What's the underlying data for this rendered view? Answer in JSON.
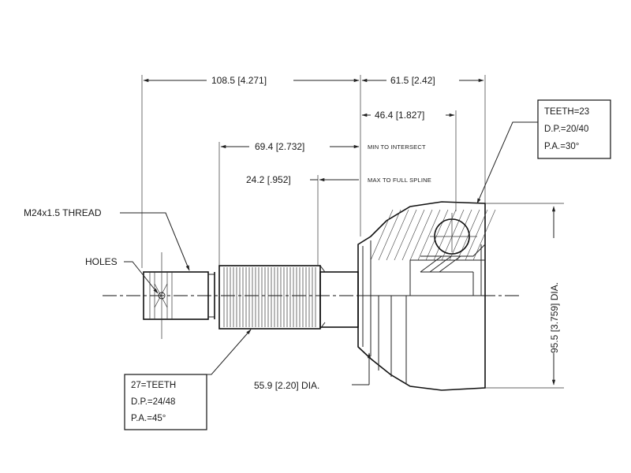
{
  "dimensions": {
    "overall_left": "108.5 [4.271]",
    "overall_right": "61.5 [2.42]",
    "min_intersect_depth": "46.4 [1.827]",
    "spline_length": "69.4 [2.732]",
    "min_intersect_note": "MIN TO INTERSECT",
    "full_spline_length": "24.2 [.952]",
    "full_spline_note": "MAX TO FULL SPLINE",
    "outer_diameter": "95.5 [3.759] DIA.",
    "seal_diameter": "55.9 [2.20] DIA."
  },
  "labels": {
    "thread": "M24x1.5 THREAD",
    "holes": "HOLES"
  },
  "spec_inner": {
    "teeth": "TEETH=23",
    "dp": "D.P.=20/40",
    "pa": "P.A.=30°"
  },
  "spec_outer": {
    "teeth": "27=TEETH",
    "dp": "D.P.=24/48",
    "pa": "P.A.=45°"
  },
  "colors": {
    "line": "#222222",
    "background": "#ffffff"
  }
}
